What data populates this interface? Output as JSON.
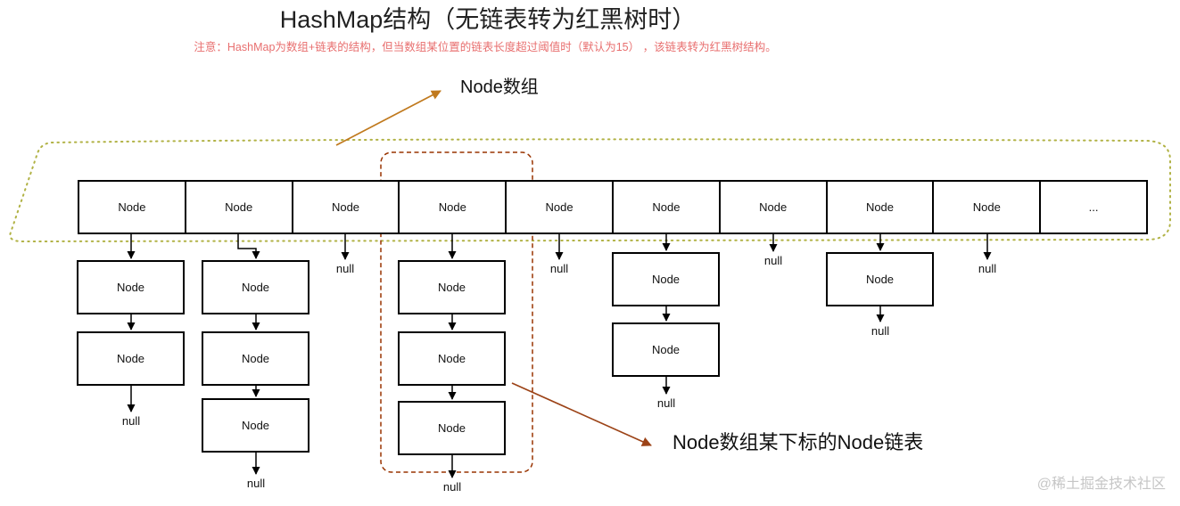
{
  "title": "HashMap结构（无链表转为红黑树时）",
  "note": "注意：HashMap为数组+链表的结构，但当数组某位置的链表长度超过阈值时（默认为15） ，该链表转为红黑树结构。",
  "labels": {
    "array_annotation": "Node数组",
    "bucket_annotation": "Node数组某下标的Node链表",
    "node": "Node",
    "null_text": "null",
    "watermark": "@稀土掘金技术社区"
  },
  "array": {
    "cells": [
      "Node",
      "Node",
      "Node",
      "Node",
      "Node",
      "Node",
      "Node",
      "Node",
      "Node",
      "..."
    ]
  },
  "buckets": [
    {
      "index": 0,
      "chain": [
        "Node",
        "Node"
      ],
      "end": "null"
    },
    {
      "index": 1,
      "chain": [
        "Node",
        "Node",
        "Node"
      ],
      "end": "null"
    },
    {
      "index": 2,
      "chain": [],
      "end": "null"
    },
    {
      "index": 3,
      "chain": [
        "Node",
        "Node",
        "Node"
      ],
      "end": "null",
      "highlighted": true
    },
    {
      "index": 4,
      "chain": [],
      "end": "null"
    },
    {
      "index": 5,
      "chain": [
        "Node",
        "Node"
      ],
      "end": "null"
    },
    {
      "index": 6,
      "chain": [],
      "end": "null"
    },
    {
      "index": 7,
      "chain": [
        "Node"
      ],
      "end": "null"
    },
    {
      "index": 8,
      "chain": [],
      "end": "null"
    }
  ],
  "colors": {
    "note_text": "#e86f6f",
    "array_outline": "#b1b245",
    "bucket_outline": "#993300",
    "annotation_orange": "#c0791d",
    "annotation_brown": "#9c4317",
    "connector": "#000000",
    "watermark": "#c6c6c6"
  }
}
